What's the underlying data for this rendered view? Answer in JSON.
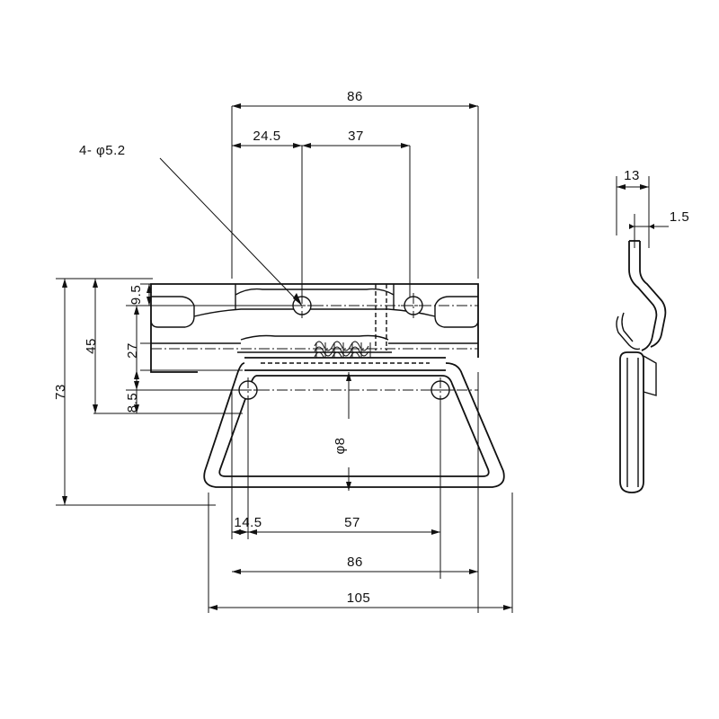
{
  "drawing": {
    "title": "chest-handle-technical-drawing",
    "views": [
      "front-view",
      "side-view"
    ],
    "line_color": "#111111",
    "background": "#ffffff"
  },
  "dimensions": {
    "top_overall": "86",
    "top_left_seg": "24.5",
    "top_right_seg": "37",
    "hole_callout": "4- φ5.2",
    "left_outer": "73",
    "left_inner": "45",
    "right_inner_27": "27",
    "right_inner_9_5": "9.5",
    "right_inner_8_5": "8.5",
    "pin_callout": "φ8",
    "bottom_left_seg": "14.5",
    "bottom_mid_seg": "57",
    "bottom_86": "86",
    "bottom_105": "105",
    "side_width": "13",
    "side_thickness": "1.5"
  }
}
